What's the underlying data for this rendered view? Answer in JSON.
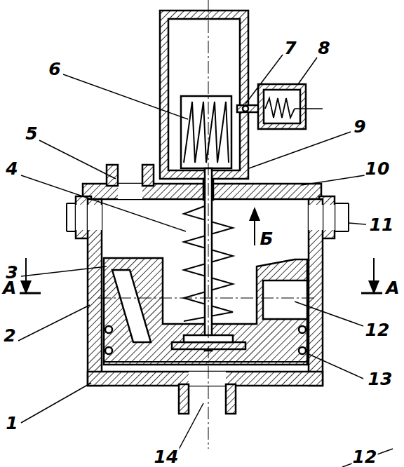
{
  "diagram": {
    "labels": [
      "6",
      "7",
      "8",
      "5",
      "9",
      "4",
      "10",
      "11",
      "3",
      "А",
      "А",
      "Б",
      "2",
      "12",
      "13",
      "1",
      "14",
      "12"
    ]
  }
}
